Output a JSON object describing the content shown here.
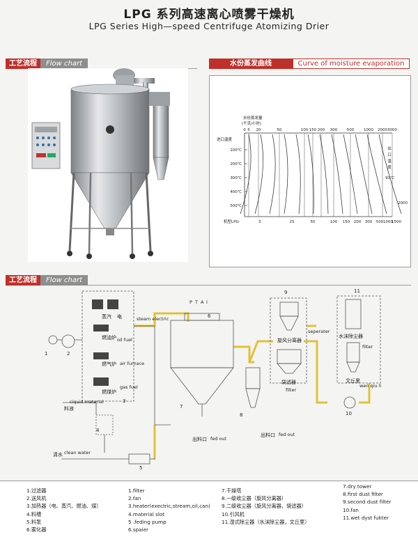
{
  "header": {
    "title_zh": "LPG 系列高速离心喷雾干燥机",
    "title_en": "LPG Series High—speed Centrifuge Atomizing Drier"
  },
  "sections": {
    "flow1": {
      "zh": "工艺流程",
      "en": "Flow chart"
    },
    "curve": {
      "zh": "水份蒸发曲线",
      "en": "Curve of moisture evaporation"
    },
    "flow2": {
      "zh": "工艺流程",
      "en": "Flow chart"
    }
  },
  "curve_chart": {
    "evap_label": "水份蒸发量",
    "evap_unit": "(千克/小时)",
    "top_ticks": [
      "0",
      "5",
      "20",
      "50",
      "100",
      "150",
      "200",
      "300",
      "500",
      "1000",
      "2000",
      "3000"
    ],
    "inlet_label": "进口温度",
    "inlet_ticks": [
      "100℃",
      "200℃",
      "300℃",
      "400℃",
      "500℃"
    ],
    "outlet_label": [
      "出",
      "口",
      "温",
      "度"
    ],
    "outlet_temp": "90℃",
    "right_tick": "2000",
    "model_label": "机型LPG-",
    "bottom_ticks": [
      "5",
      "25",
      "50",
      "100",
      "150",
      "200",
      "300",
      "500",
      "1000",
      "1500"
    ]
  },
  "diagram": {
    "steam": "蒸汽",
    "electric_zh": "电",
    "steam_electric": "steam electric",
    "oil_furnace_zh": "燃油炉",
    "oil_fuel": "oil fuel",
    "air_furnace_zh": "燃气炉",
    "air_furnace": "air furnace",
    "coal_furnace_zh": "燃煤炉",
    "gas_fuel": "gas fuel",
    "liquid_zh": "料液",
    "liquid_en": "ciquid material",
    "water_zh": "清水",
    "water_en": "clean water",
    "outlet_zh_1": "出料口",
    "outlet_en_1": "fed out",
    "outlet_zh_2": "出料口",
    "outlet_en_2": "fed out",
    "cyclone_zh": "旋风分离器",
    "filter_zh": "袋滤器",
    "filter_en": "filter",
    "separator_en": "seperater",
    "wet_dust_zh": "水沫除尘器",
    "wet_filter_en": "filter",
    "venturi_zh": "文丘里",
    "venturi_en": "wen qiu li",
    "top_labels": [
      "P",
      "T",
      "A",
      "I"
    ],
    "nums": [
      "1",
      "2",
      "3",
      "4",
      "5",
      "6",
      "7",
      "8",
      "9",
      "10",
      "11"
    ]
  },
  "legend": {
    "col1": [
      "1.过滤器",
      "2.送风机",
      "3.加热器（电、蒸汽、燃油、煤）",
      "4.料槽",
      "5.料泵",
      "6.雾化器"
    ],
    "col2": [
      "1.filter",
      "2.fan",
      "3.heater(exectric,stream,oil,can)",
      "4.material slot",
      "5 .feding pump",
      "6.spaier"
    ],
    "col3": [
      "7.干燥塔",
      "8.一级收尘器（旋风分离器）",
      "9.二级收尘器（旋风分离器，袋滤器）",
      "10.引风机",
      "11.湿式除尘器（水沫除尘器，文丘里）"
    ],
    "col4": [
      "7.dry tower",
      "8.first dust filter",
      "9.second dust filter",
      "10.fan",
      "11.wet dyst fukter"
    ]
  }
}
